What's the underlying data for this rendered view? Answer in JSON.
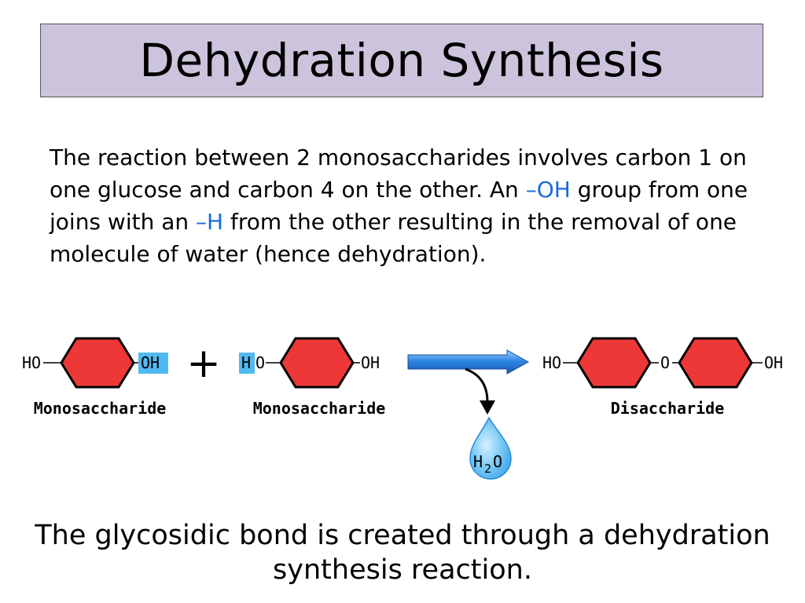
{
  "title": "Dehydration Synthesis",
  "paragraph": {
    "part1": "The reaction between 2 monosaccharides involves carbon 1 on one glucose and carbon 4 on the other.  An ",
    "oh": "–OH",
    "part2": " group from one joins with an ",
    "h": "–H",
    "part3": " from the other resulting in the removal of one molecule of water (hence dehydration)."
  },
  "diagram": {
    "left_molecule": {
      "left_group": "HO",
      "right_group": "OH",
      "caption": "Monosaccharide"
    },
    "plus": "+",
    "middle_molecule": {
      "left_group_h": "H",
      "left_group_o": "O",
      "right_group": "OH",
      "caption": "Monosaccharide"
    },
    "water": {
      "h": "H",
      "sub": "2",
      "o": "O"
    },
    "product": {
      "left_group": "HO",
      "bridge": "O",
      "right_group": "OH",
      "caption": "Disaccharide"
    }
  },
  "footer": "The glycosidic bond is created through a dehydration synthesis reaction.",
  "colors": {
    "title_bg": "#ccc4dc",
    "hexagon_fill": "#ee3838",
    "highlight_text": "#1a6bd8",
    "highlight_box": "#52b8f0",
    "arrow": "#2f88e6",
    "water_drop": "#5ab9f2"
  }
}
